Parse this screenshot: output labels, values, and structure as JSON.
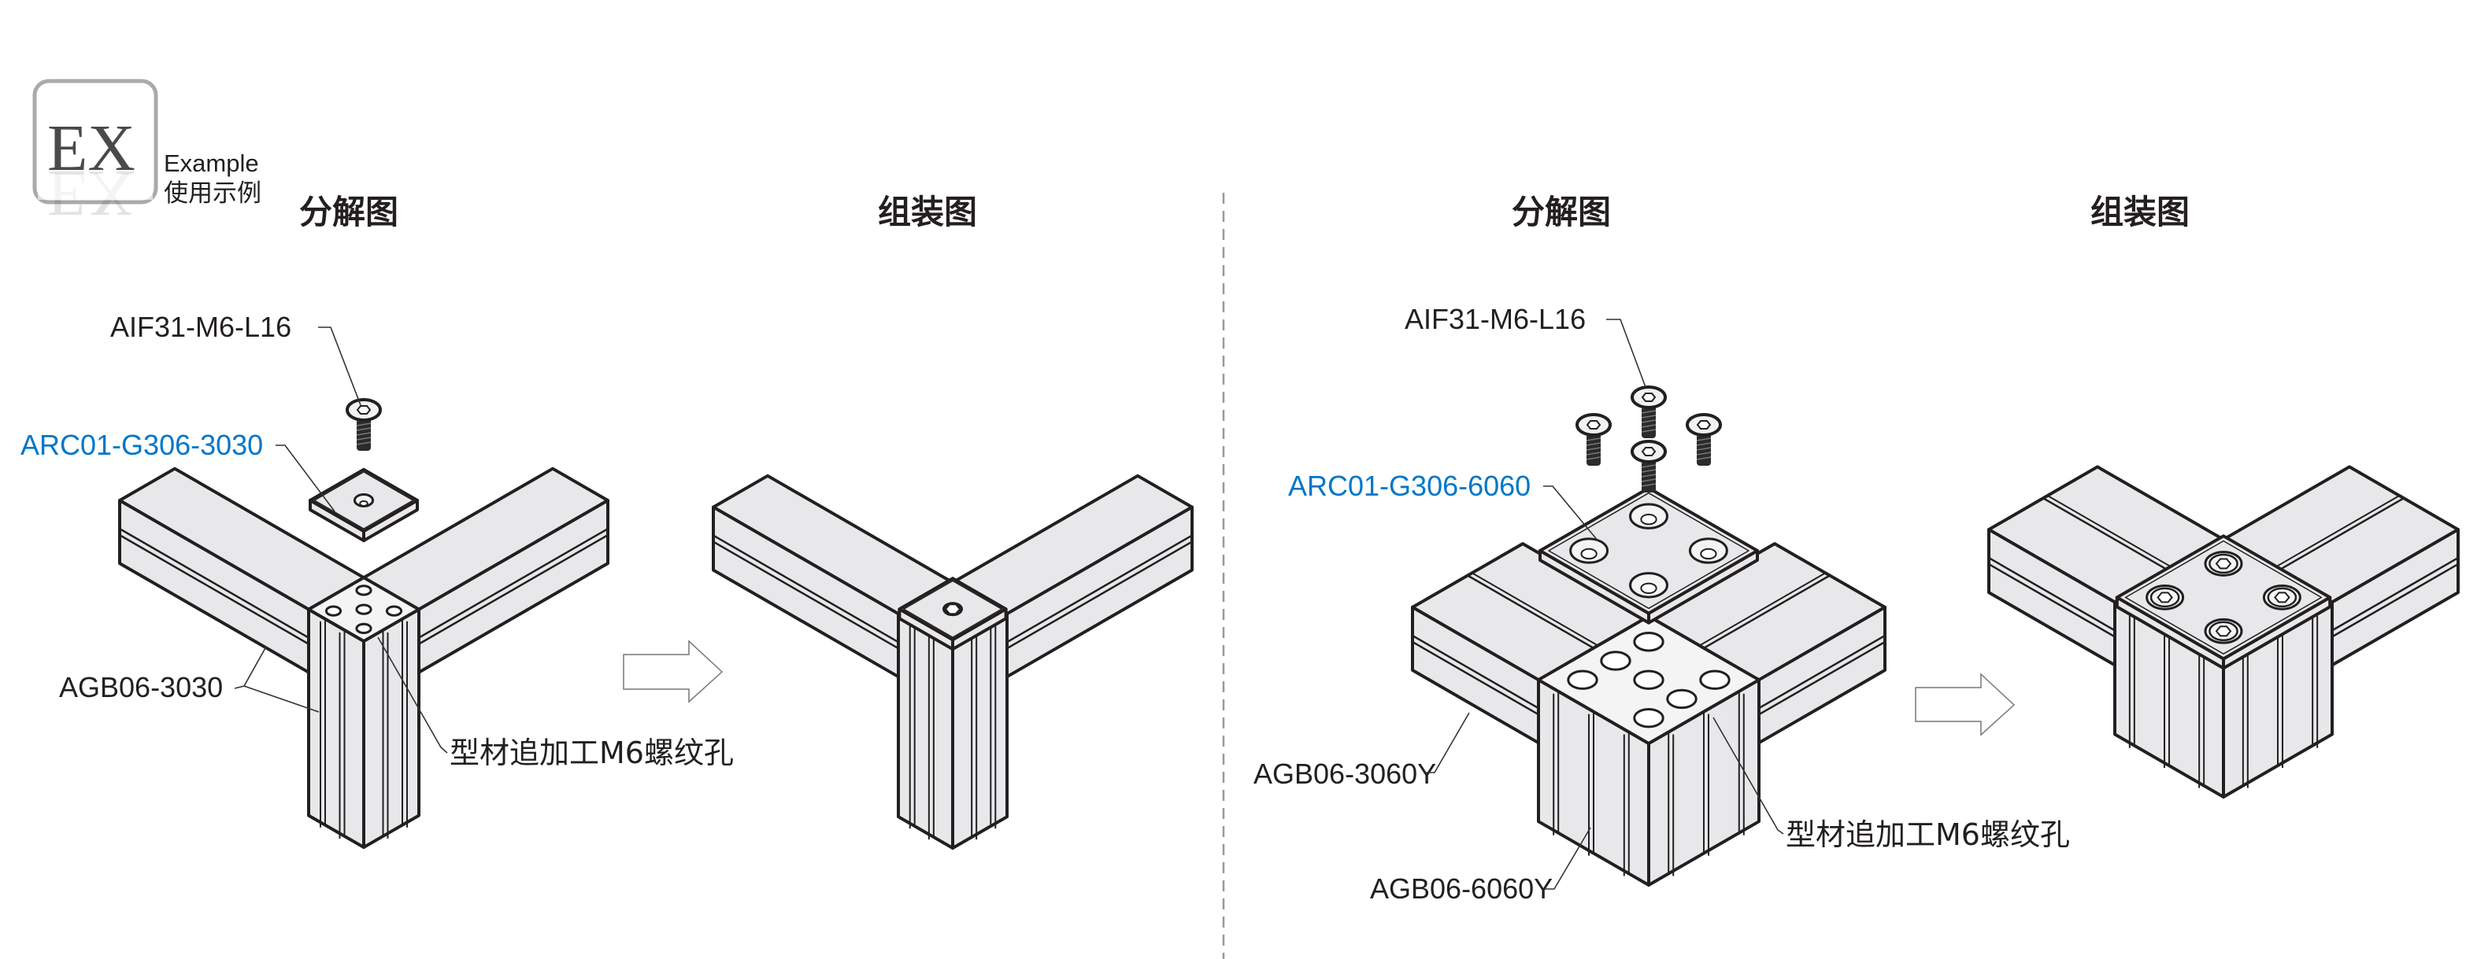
{
  "badge": {
    "logo_text": "EX",
    "title_en": "Example",
    "title_cn": "使用示例"
  },
  "left_panel": {
    "exploded_title": "分解图",
    "assembled_title": "组装图",
    "labels": {
      "screw": "AIF31-M6-L16",
      "cover": "ARC01-G306-3030",
      "profile": "AGB06-3030",
      "thread_note": "型材追加工M6螺纹孔"
    }
  },
  "right_panel": {
    "exploded_title": "分解图",
    "assembled_title": "组装图",
    "labels": {
      "screw": "AIF31-M6-L16",
      "cover": "ARC01-G306-6060",
      "profile_arm": "AGB06-3060Y",
      "profile_post": "AGB06-6060Y",
      "thread_note": "型材追加工M6螺纹孔"
    }
  },
  "colors": {
    "highlight": "#0077c8",
    "part_fill": "#e8e8ea",
    "outline": "#231f20",
    "divider": "#999999"
  }
}
